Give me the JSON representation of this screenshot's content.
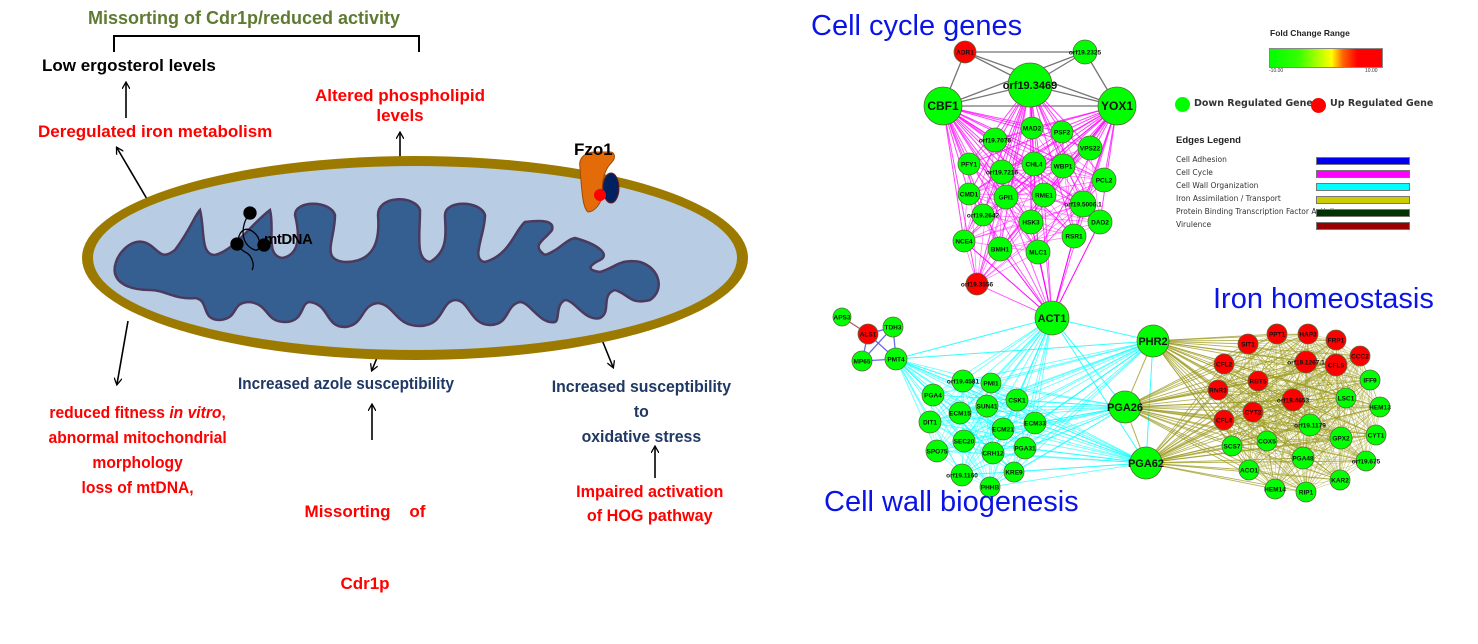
{
  "left_panel": {
    "top_heading": "Missorting of Cdr1p/reduced activity",
    "low_ergosterol": "Low ergosterol levels",
    "deregulated_iron": "Deregulated iron metabolism",
    "altered_phospholipid_line1": "Altered phospholipid",
    "altered_phospholipid_line2": "levels",
    "fzo1_label": "Fzo1",
    "mtdna_label": "mtDNA",
    "azole": "Increased azole susceptibility",
    "oxidative_line1": "Increased susceptibility",
    "oxidative_line2": "to",
    "oxidative_line3": "oxidative stress",
    "fitness_line1_a": "reduced fitness ",
    "fitness_line1_b": "in vitro",
    "fitness_line1_c": ",",
    "fitness_line2": "abnormal mitochondrial",
    "fitness_line3": "morphology",
    "fitness_line4": "loss of mtDNA,",
    "missorting_line1": "Missorting    of",
    "missorting_line2": "Cdr1p",
    "hog_line1": "Impaired activation",
    "hog_line2": "of HOG pathway",
    "colors": {
      "membrane": "#9c7a00",
      "intermembrane": "#b8cce4",
      "matrix": "#365f91",
      "fzo1": "#e36c09",
      "red_text": "#ff0000",
      "navy_text": "#1f3864",
      "olive_text": "#5f7a32"
    }
  },
  "right_panel": {
    "cluster_titles": {
      "cell_cycle": "Cell cycle genes",
      "iron": "Iron homeostasis",
      "cell_wall": "Cell wall biogenesis"
    },
    "fold_change": {
      "title": "Fold Change Range",
      "min": "-10.00",
      "max": "10.00"
    },
    "node_legend": {
      "down": "Down Regulated Gene",
      "up": "Up Regulated Gene",
      "down_color": "#00ff00",
      "up_color": "#ff0000"
    },
    "edges_legend": {
      "title": "Edges Legend",
      "items": [
        {
          "label": "Cell Adhesion",
          "color": "#0000ee"
        },
        {
          "label": "Cell Cycle",
          "color": "#ff00ff"
        },
        {
          "label": "Cell Wall Organization",
          "color": "#00ffff"
        },
        {
          "label": "Iron Assimilation / Transport",
          "color": "#cccc00"
        },
        {
          "label": "Protein Binding Transcription Factor Activity",
          "color": "#003300"
        },
        {
          "label": "Virulence",
          "color": "#990000"
        }
      ]
    },
    "network": {
      "nodes": [
        {
          "id": "ADR1",
          "reg": "up",
          "cluster": "top"
        },
        {
          "id": "orf19.2325",
          "reg": "down",
          "cluster": "top"
        },
        {
          "id": "orf19.3469",
          "reg": "down",
          "cluster": "top"
        },
        {
          "id": "CBF1",
          "reg": "down",
          "cluster": "top"
        },
        {
          "id": "YOX1",
          "reg": "down",
          "cluster": "top"
        },
        {
          "id": "MAD2",
          "reg": "down",
          "cluster": "cycle"
        },
        {
          "id": "PSF2",
          "reg": "down",
          "cluster": "cycle"
        },
        {
          "id": "orf19.7076",
          "reg": "down",
          "cluster": "cycle"
        },
        {
          "id": "VPS22",
          "reg": "down",
          "cluster": "cycle"
        },
        {
          "id": "PFY1",
          "reg": "down",
          "cluster": "cycle"
        },
        {
          "id": "orf19.7216",
          "reg": "down",
          "cluster": "cycle"
        },
        {
          "id": "CHL4",
          "reg": "down",
          "cluster": "cycle"
        },
        {
          "id": "WBP1",
          "reg": "down",
          "cluster": "cycle"
        },
        {
          "id": "PCL2",
          "reg": "down",
          "cluster": "cycle"
        },
        {
          "id": "CMD1",
          "reg": "down",
          "cluster": "cycle"
        },
        {
          "id": "GPI1",
          "reg": "down",
          "cluster": "cycle"
        },
        {
          "id": "RME1",
          "reg": "down",
          "cluster": "cycle"
        },
        {
          "id": "orf19.5006.1",
          "reg": "down",
          "cluster": "cycle"
        },
        {
          "id": "orf19.2642",
          "reg": "down",
          "cluster": "cycle"
        },
        {
          "id": "HSK3",
          "reg": "down",
          "cluster": "cycle"
        },
        {
          "id": "DAD2",
          "reg": "down",
          "cluster": "cycle"
        },
        {
          "id": "NCE4",
          "reg": "down",
          "cluster": "cycle"
        },
        {
          "id": "BMH1",
          "reg": "down",
          "cluster": "cycle"
        },
        {
          "id": "MLC1",
          "reg": "down",
          "cluster": "cycle"
        },
        {
          "id": "RSR1",
          "reg": "down",
          "cluster": "cycle"
        },
        {
          "id": "orf19.3556",
          "reg": "up",
          "cluster": "cycle"
        },
        {
          "id": "ACT1",
          "reg": "down",
          "cluster": "hub"
        },
        {
          "id": "APS3",
          "reg": "down",
          "cluster": "adhesion"
        },
        {
          "id": "ALS1",
          "reg": "up",
          "cluster": "adhesion"
        },
        {
          "id": "TDH3",
          "reg": "down",
          "cluster": "adhesion"
        },
        {
          "id": "MP65",
          "reg": "down",
          "cluster": "adhesion"
        },
        {
          "id": "PMT4",
          "reg": "down",
          "cluster": "adhesion"
        },
        {
          "id": "orf19.4581",
          "reg": "down",
          "cluster": "wall"
        },
        {
          "id": "PMI1",
          "reg": "down",
          "cluster": "wall"
        },
        {
          "id": "PGA4",
          "reg": "down",
          "cluster": "wall"
        },
        {
          "id": "CSK1",
          "reg": "down",
          "cluster": "wall"
        },
        {
          "id": "SUN41",
          "reg": "down",
          "cluster": "wall"
        },
        {
          "id": "ECM15",
          "reg": "down",
          "cluster": "wall"
        },
        {
          "id": "DIT1",
          "reg": "down",
          "cluster": "wall"
        },
        {
          "id": "ECM21",
          "reg": "down",
          "cluster": "wall"
        },
        {
          "id": "ECM33",
          "reg": "down",
          "cluster": "wall"
        },
        {
          "id": "SEC20",
          "reg": "down",
          "cluster": "wall"
        },
        {
          "id": "SPO75",
          "reg": "down",
          "cluster": "wall"
        },
        {
          "id": "CRH12",
          "reg": "down",
          "cluster": "wall"
        },
        {
          "id": "PGA31",
          "reg": "down",
          "cluster": "wall"
        },
        {
          "id": "KRE9",
          "reg": "down",
          "cluster": "wall"
        },
        {
          "id": "orf19.1160",
          "reg": "down",
          "cluster": "wall"
        },
        {
          "id": "PHHB",
          "reg": "down",
          "cluster": "wall"
        },
        {
          "id": "PHR2",
          "reg": "down",
          "cluster": "bridge"
        },
        {
          "id": "PGA26",
          "reg": "down",
          "cluster": "bridge"
        },
        {
          "id": "PGA62",
          "reg": "down",
          "cluster": "bridge"
        },
        {
          "id": "PPT1",
          "reg": "up",
          "cluster": "iron"
        },
        {
          "id": "HAP3",
          "reg": "up",
          "cluster": "iron"
        },
        {
          "id": "FRP1",
          "reg": "up",
          "cluster": "iron"
        },
        {
          "id": "SIT1",
          "reg": "up",
          "cluster": "iron"
        },
        {
          "id": "CCC2",
          "reg": "up",
          "cluster": "iron"
        },
        {
          "id": "orf19.1267.1",
          "reg": "up",
          "cluster": "iron"
        },
        {
          "id": "CFL5",
          "reg": "up",
          "cluster": "iron"
        },
        {
          "id": "CFL2",
          "reg": "up",
          "cluster": "iron"
        },
        {
          "id": "IFF9",
          "reg": "down",
          "cluster": "iron"
        },
        {
          "id": "RBT5",
          "reg": "up",
          "cluster": "iron"
        },
        {
          "id": "RNR3",
          "reg": "up",
          "cluster": "iron"
        },
        {
          "id": "orf19.4653",
          "reg": "up",
          "cluster": "iron"
        },
        {
          "id": "LSC1",
          "reg": "down",
          "cluster": "iron"
        },
        {
          "id": "HEM13",
          "reg": "down",
          "cluster": "iron"
        },
        {
          "id": "CFL4",
          "reg": "up",
          "cluster": "iron"
        },
        {
          "id": "CYT2",
          "reg": "up",
          "cluster": "iron"
        },
        {
          "id": "orf19.1179",
          "reg": "down",
          "cluster": "iron"
        },
        {
          "id": "CYT1",
          "reg": "down",
          "cluster": "iron"
        },
        {
          "id": "GPX2",
          "reg": "down",
          "cluster": "iron"
        },
        {
          "id": "SCS7",
          "reg": "down",
          "cluster": "iron"
        },
        {
          "id": "COX5",
          "reg": "down",
          "cluster": "iron"
        },
        {
          "id": "PGA48",
          "reg": "down",
          "cluster": "iron"
        },
        {
          "id": "orf19.675",
          "reg": "down",
          "cluster": "iron"
        },
        {
          "id": "ACO1",
          "reg": "down",
          "cluster": "iron"
        },
        {
          "id": "KAR2",
          "reg": "down",
          "cluster": "iron"
        },
        {
          "id": "HEM14",
          "reg": "down",
          "cluster": "iron"
        },
        {
          "id": "RIP1",
          "reg": "down",
          "cluster": "iron"
        }
      ]
    }
  }
}
